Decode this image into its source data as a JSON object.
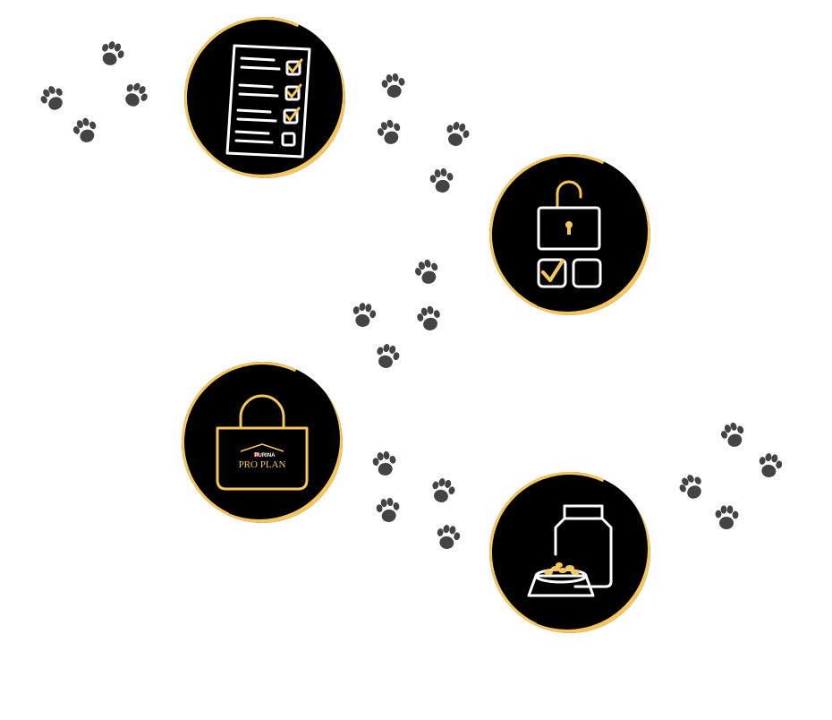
{
  "steps": [
    {
      "id": "checklist",
      "icon": "checklist-icon"
    },
    {
      "id": "unlock",
      "icon": "unlock-selection-icon"
    },
    {
      "id": "bag",
      "icon": "shopping-bag-icon"
    },
    {
      "id": "food",
      "icon": "pet-food-bag-and-bowl-icon"
    }
  ],
  "brand": {
    "top_label": "PURINA",
    "name": "PRO PLAN"
  },
  "colors": {
    "accent": "#f4c65f",
    "circle": "#000000",
    "icon_line": "#ffffff",
    "paw": "#444444"
  }
}
